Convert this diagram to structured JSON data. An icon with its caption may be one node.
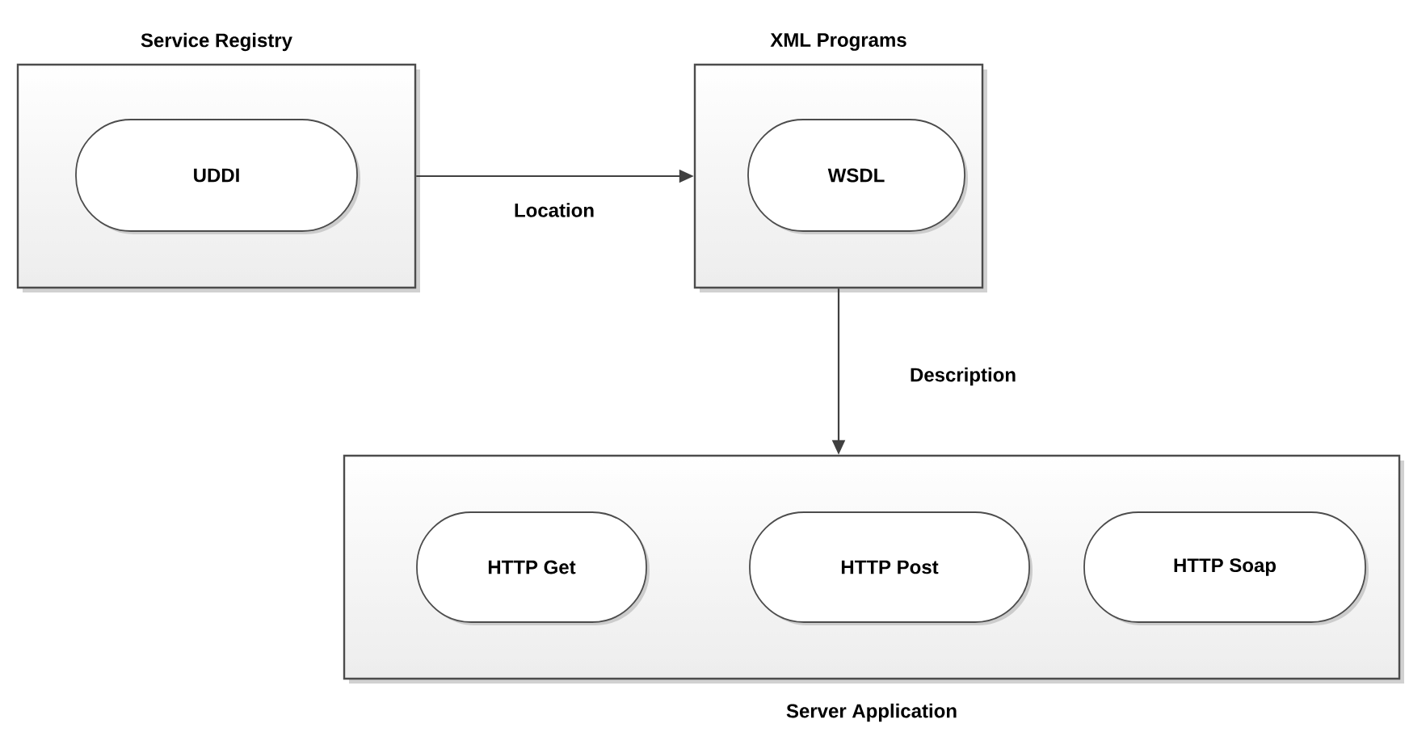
{
  "diagram": {
    "nodes": [
      {
        "text": [
          "Service Registry"
        ]
      },
      {
        "text": [
          "UDDI"
        ],
        "in": 0
      },
      {
        "text": [
          "XML Programs"
        ]
      },
      {
        "text": [
          "WSDL"
        ],
        "in": 2
      },
      {
        "text": [
          "Server Application"
        ]
      },
      {
        "text": [
          "HTTP Get"
        ],
        "in": 4
      },
      {
        "text": [
          "HTTP Post"
        ],
        "in": 4
      },
      {
        "text": [
          "HTTP Soap"
        ],
        "in": 4
      }
    ],
    "edges": [
      {
        "from": 0,
        "to": 2,
        "arrow": "to",
        "label": "Location"
      },
      {
        "from": 2,
        "to": 4,
        "arrow": "to",
        "label": "Description"
      }
    ]
  }
}
